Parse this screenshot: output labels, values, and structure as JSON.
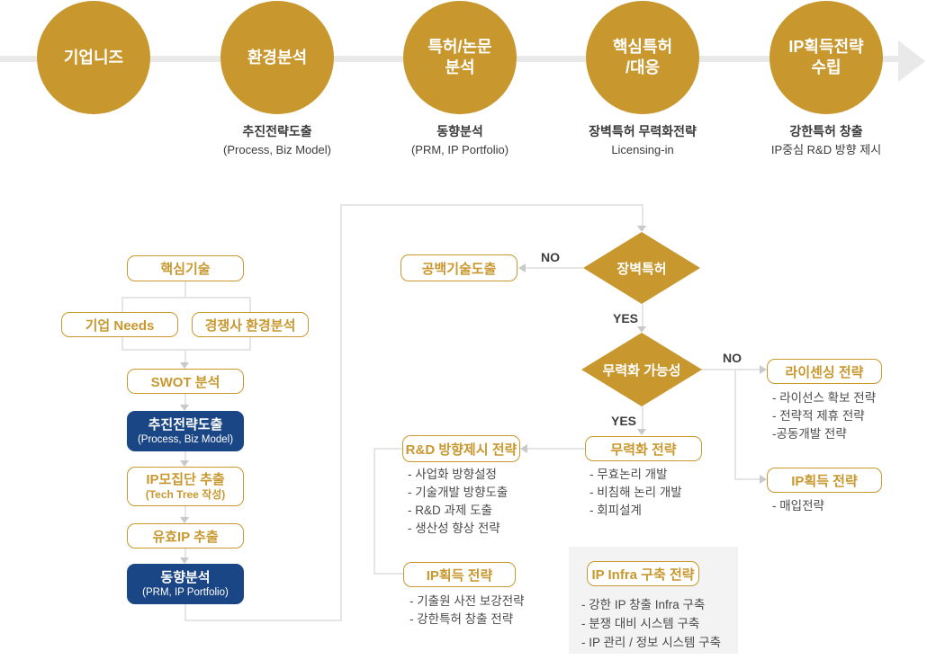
{
  "colors": {
    "gold": "#C8982F",
    "navy": "#1B4685",
    "connector_line": "#E5E5E5",
    "arrowhead": "#C9C9C9",
    "caption_text": "#3B3B3B",
    "bullet_text": "#4A4A4A",
    "panel_bg": "#F3F3F3"
  },
  "timeline": {
    "steps": [
      {
        "label": "기업니즈"
      },
      {
        "label": "환경분석",
        "caption": [
          "추진전략도출",
          "(Process, Biz Model)"
        ]
      },
      {
        "label": "특허/논문\n분석",
        "caption": [
          "동향분석",
          "(PRM, IP Portfolio)"
        ]
      },
      {
        "label": "핵심특허\n/대응",
        "caption": [
          "장벽특허 무력화전략",
          "Licensing-in"
        ]
      },
      {
        "label": "IP획득전략\n수립",
        "caption": [
          "강한특허 창출",
          "IP중심 R&D 방향 제시"
        ]
      }
    ]
  },
  "flow": {
    "boxes": {
      "core_tech": "핵심기술",
      "company_needs": "기업 Needs",
      "competitor_env": "경쟁사 환경분석",
      "swot": "SWOT 분석",
      "strategy_derivation": {
        "title": "추진전략도출",
        "sub": "(Process, Biz Model)"
      },
      "ip_pool": {
        "title": "IP모집단 추출",
        "sub": "(Tech Tree 작성)"
      },
      "valid_ip": "유효IP 추출",
      "trend_analysis": {
        "title": "동향분석",
        "sub": "(PRM, IP Portfolio)"
      },
      "blank_tech": "공백기술도출"
    },
    "diamonds": {
      "barrier_patent": "장벽특허",
      "neutralization_possibility": "무력화 가능성"
    },
    "decision_labels": {
      "barrier_no": "NO",
      "barrier_yes": "YES",
      "neutralization_no": "NO",
      "neutralization_yes": "YES"
    },
    "strategy_groups": {
      "rnd_direction": {
        "title": "R&D 방향제시 전략",
        "items": [
          "- 사업화 방향설정",
          "- 기술개발 방향도출",
          "- R&D 과제 도출",
          "- 생산성 향상 전략"
        ]
      },
      "neutralization": {
        "title": "무력화 전략",
        "items": [
          "- 무효논리 개발",
          "- 비침해 논리 개발",
          "- 회피설계"
        ]
      },
      "licensing": {
        "title": "라이센싱 전략",
        "items": [
          "- 라이선스 확보 전략",
          "- 전략적 제휴 전략",
          "-공동개발 전략"
        ]
      },
      "ip_acquisition_right": {
        "title": "IP획득 전략",
        "items": [
          "- 매입전략"
        ]
      },
      "ip_acquisition_mid": {
        "title": "IP획득 전략",
        "items": [
          "- 기출원 사전 보강전략",
          "- 강한특허 창출 전략"
        ]
      },
      "ip_infra": {
        "title": "IP Infra 구축 전략",
        "items": [
          "- 강한 IP 창출 Infra 구축",
          "- 분쟁 대비 시스템 구축",
          "- IP 관리 / 정보 시스템 구축"
        ]
      }
    }
  }
}
